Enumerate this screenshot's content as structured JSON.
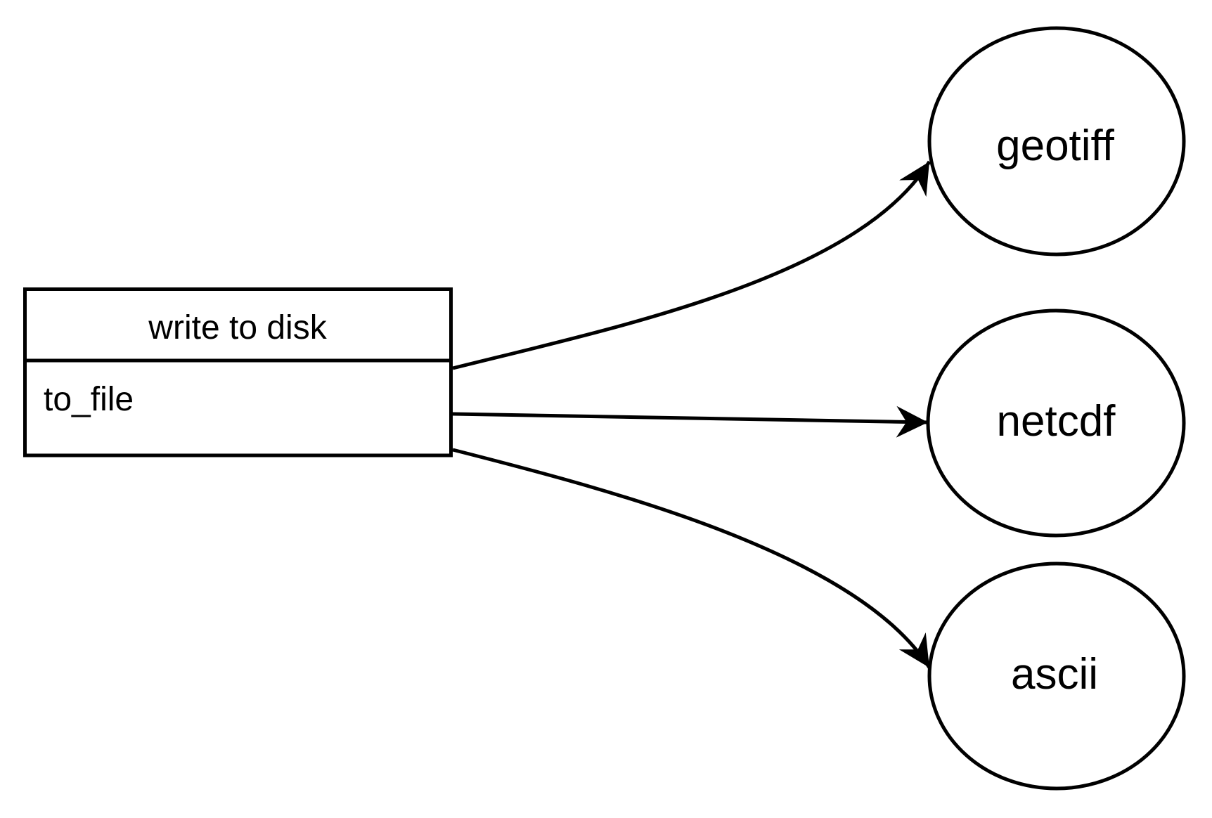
{
  "diagram": {
    "type": "flowchart",
    "background_color": "#ffffff",
    "line_color": "#000000",
    "source_node": {
      "title": "write to disk",
      "method": "to_file"
    },
    "output_nodes": [
      {
        "id": "geotiff",
        "label": "geotiff"
      },
      {
        "id": "netcdf",
        "label": "netcdf"
      },
      {
        "id": "ascii",
        "label": "ascii"
      }
    ]
  }
}
